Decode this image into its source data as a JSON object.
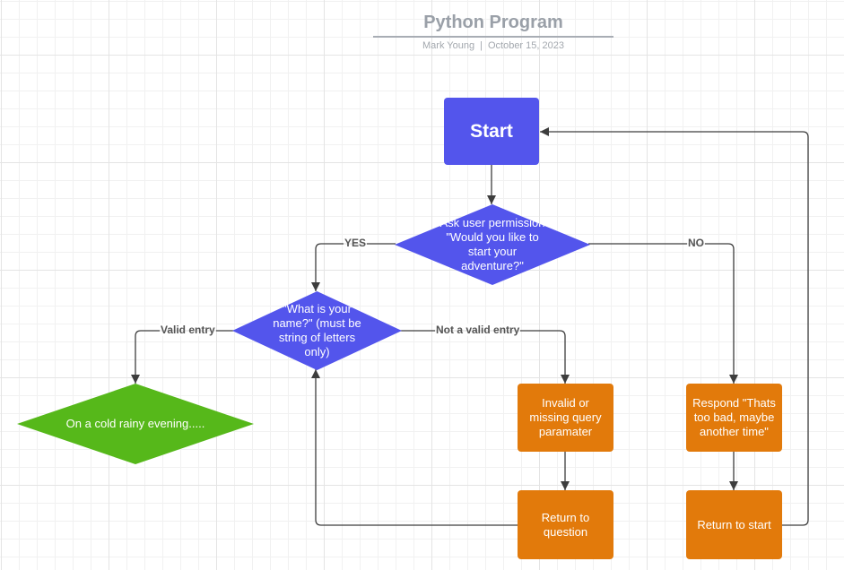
{
  "header": {
    "title": "Python Program",
    "author": "Mark Young",
    "separator": "|",
    "date": "October 15, 2023"
  },
  "nodes": {
    "start": "Start",
    "ask_permission": "Ask user permission \"Would you like to start your adventure?\"",
    "ask_name": "\"What is your name?\" (must be string of letters only)",
    "story": "On a cold rainy evening.....",
    "invalid": "Invalid or missing query paramater",
    "respond_no": "Respond \"Thats too bad, maybe another time\"",
    "return_question": "Return to question",
    "return_start": "Return to start"
  },
  "edges": {
    "yes": "YES",
    "no": "NO",
    "valid": "Valid entry",
    "not_valid": "Not a valid entry"
  },
  "colors": {
    "process_blue": "#5355ec",
    "action_orange": "#e27a0b",
    "terminal_green": "#56b81a",
    "connector": "#3d3d3d"
  }
}
